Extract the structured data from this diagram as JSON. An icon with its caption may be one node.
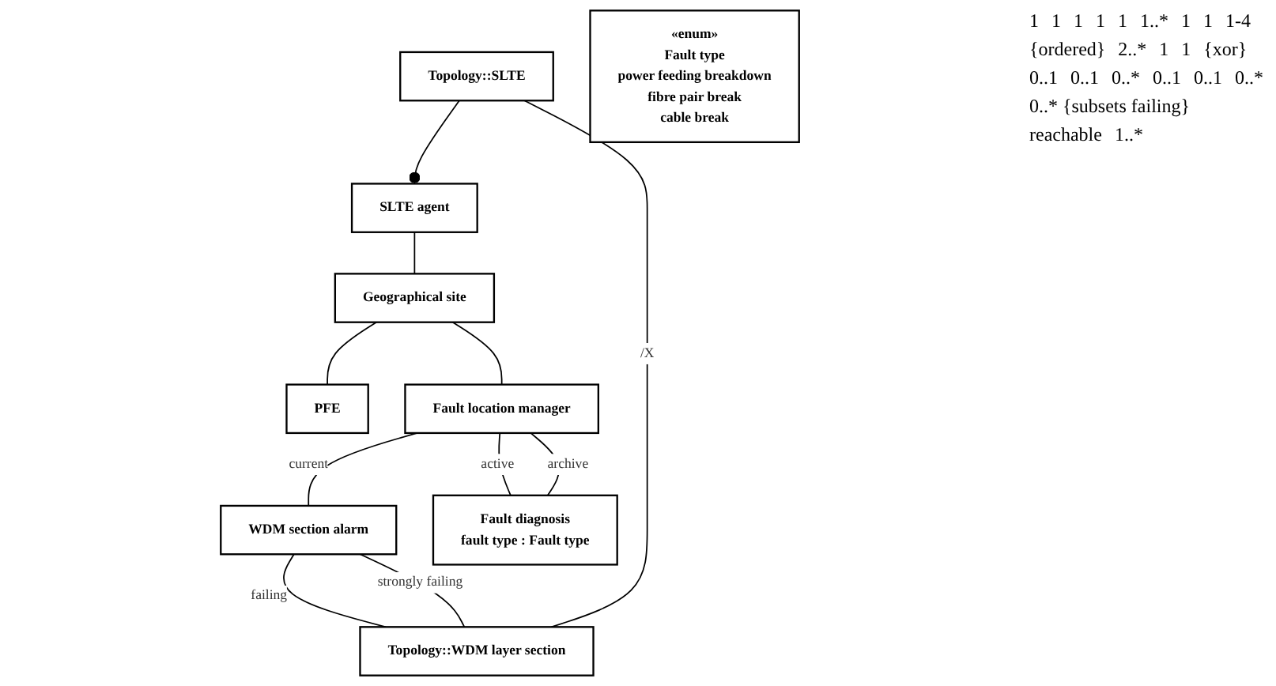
{
  "diagram": {
    "nodes": [
      {
        "text": [
          "SLTE agent"
        ]
      },
      {
        "text": [
          "Geographical site"
        ]
      },
      {
        "text": [
          "PFE"
        ]
      },
      {
        "text": [
          "Topology::SLTE"
        ]
      },
      {
        "text": [
          "Fault location manager"
        ]
      },
      {
        "text": [
          "WDM section alarm"
        ]
      },
      {
        "text": [
          "Fault diagnosis",
          "fault type : Fault type"
        ]
      },
      {
        "text": [
          "«enum»",
          "Fault type",
          "power feeding breakdown",
          "fibre pair break",
          "cable break"
        ]
      },
      {
        "text": [
          "Topology::WDM layer section"
        ]
      }
    ],
    "edges": [
      {
        "from": 0,
        "to": 1,
        "arrow": "none"
      },
      {
        "from": 1,
        "to": 2,
        "arrow": "none"
      },
      {
        "from": 0,
        "to": 3,
        "arrow": "other"
      },
      {
        "from": 1,
        "to": 4,
        "arrow": "none"
      },
      {
        "from": 4,
        "to": 5,
        "arrow": "none",
        "label": "current"
      },
      {
        "from": 4,
        "to": 6,
        "arrow": "none",
        "label": "active"
      },
      {
        "from": 4,
        "to": 6,
        "arrow": "none",
        "label": "archive"
      },
      {
        "from": 3,
        "to": 8,
        "arrow": "none",
        "label": "/X"
      },
      {
        "from": 5,
        "to": 8,
        "arrow": "none",
        "label": "failing"
      },
      {
        "from": 5,
        "to": 8,
        "arrow": "none",
        "label": "strongly failing"
      }
    ],
    "labels": [
      "1",
      "1",
      "1",
      "1",
      "1",
      "1..*",
      "1",
      "1",
      "1-4",
      "{ordered}",
      "2..*",
      "1",
      "1",
      "{xor}",
      "0..1",
      "0..1",
      "0..*",
      "0..1",
      "0..1",
      "0..*",
      "0..* {subsets failing}",
      "reachable",
      "1..*"
    ]
  }
}
